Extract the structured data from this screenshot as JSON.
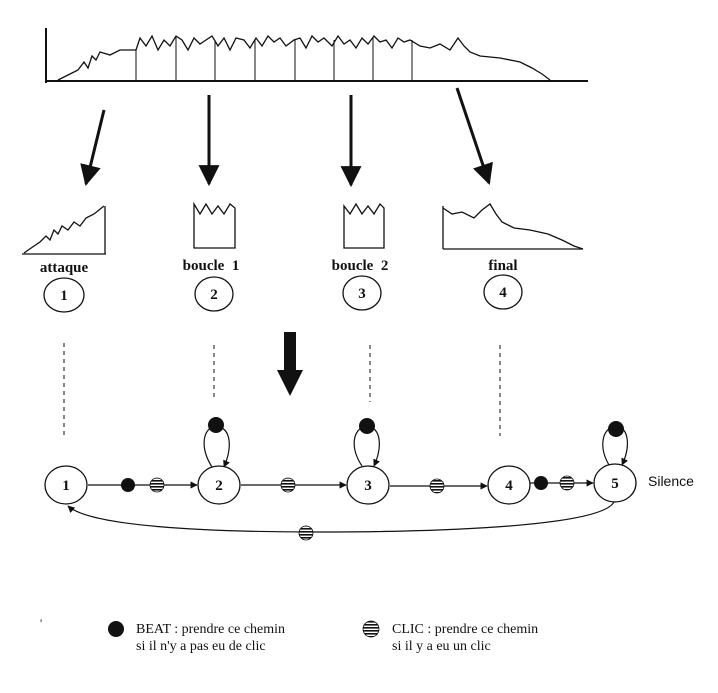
{
  "segments": [
    {
      "label": "attaque",
      "number": "1"
    },
    {
      "label": "boucle  1",
      "number": "2"
    },
    {
      "label": "boucle  2",
      "number": "3"
    },
    {
      "label": "final",
      "number": "4"
    }
  ],
  "states": [
    "1",
    "2",
    "3",
    "4",
    "5"
  ],
  "silence_label": "Silence",
  "legend": {
    "mark": "'",
    "beat_line1": "BEAT : prendre ce chemin",
    "beat_line2": "si il n'y a pas eu de clic",
    "clic_line1": "CLIC : prendre ce chemin",
    "clic_line2": "si il y a eu un clic"
  },
  "colors": {
    "ink": "#111111",
    "background": "#ffffff"
  }
}
